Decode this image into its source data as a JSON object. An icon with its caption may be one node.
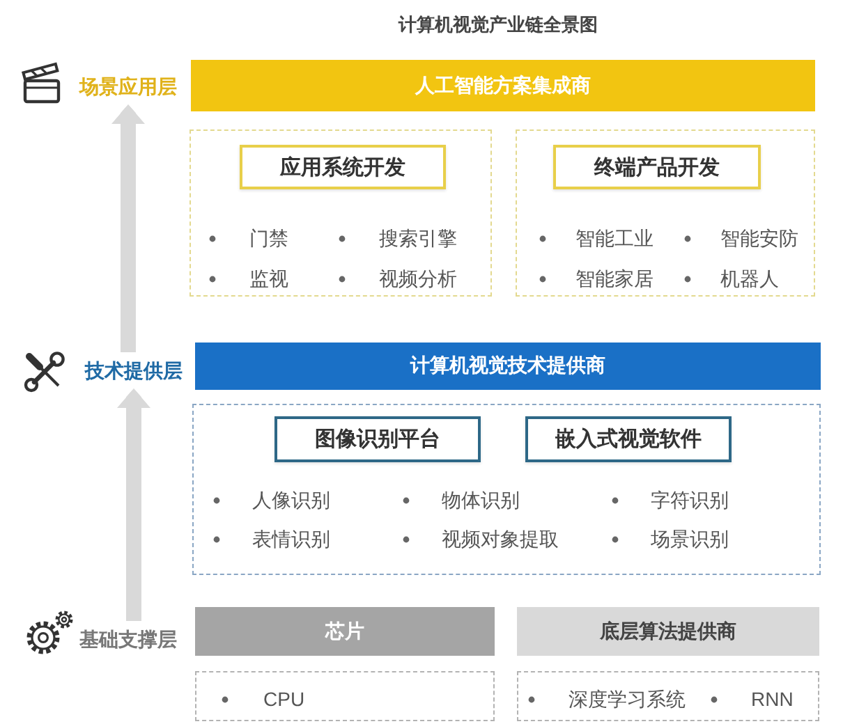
{
  "diagram": {
    "title": "计算机视觉产业链全景图",
    "nodes": [
      {
        "text": [
          "场景应用层"
        ]
      },
      {
        "text": [
          "人工智能方案集成商"
        ]
      },
      {
        "text": [
          "门禁",
          "搜索引擎",
          "监视",
          "视频分析"
        ]
      },
      {
        "text": [
          "应用系统开发"
        ],
        "in": 2
      },
      {
        "text": [
          "智能工业",
          "智能安防",
          "智能家居",
          "机器人"
        ]
      },
      {
        "text": [
          "终端产品开发"
        ],
        "in": 4
      },
      {
        "text": [
          "技术提供层"
        ]
      },
      {
        "text": [
          "计算机视觉技术提供商"
        ]
      },
      {
        "text": [
          "人像识别",
          "物体识别",
          "字符识别",
          "表情识别",
          "视频对象提取",
          "场景识别"
        ]
      },
      {
        "text": [
          "图像识别平台"
        ],
        "in": 8
      },
      {
        "text": [
          "嵌入式视觉软件"
        ],
        "in": 8
      },
      {
        "text": [
          "基础支撑层"
        ]
      },
      {
        "text": [
          "芯片"
        ]
      },
      {
        "text": [
          "底层算法提供商"
        ]
      },
      {
        "text": [
          "CPU"
        ]
      },
      {
        "text": [
          "深度学习系统",
          "RNN"
        ]
      }
    ],
    "edges": [
      {
        "from": 11,
        "to": 6,
        "arrow": "to"
      },
      {
        "from": 6,
        "to": 0,
        "arrow": "to"
      }
    ]
  }
}
